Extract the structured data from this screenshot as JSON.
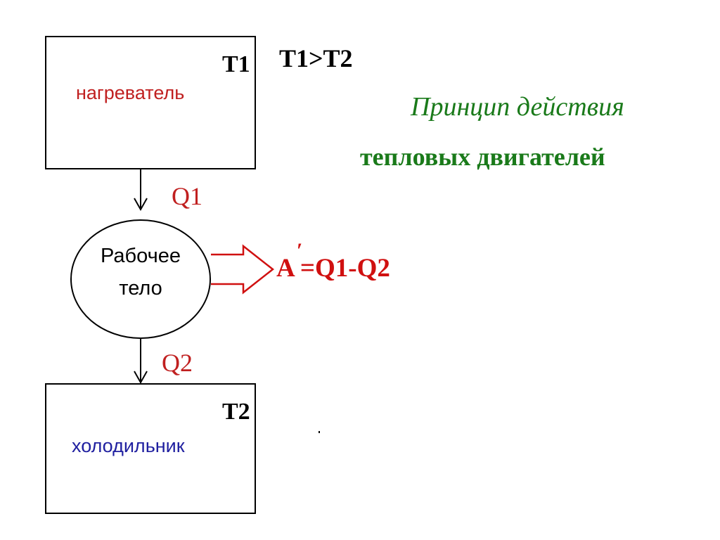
{
  "heater": {
    "label": "нагреватель",
    "temperature": "T1",
    "label_color": "#c02020"
  },
  "cooler": {
    "label": "холодильник",
    "temperature": "T2",
    "label_color": "#2020a0"
  },
  "condition": "T1>T2",
  "title": {
    "line1": "Принцип действия",
    "line2": "тепловых двигателей",
    "color": "#1a7a1a"
  },
  "working_body": {
    "line1": "Рабочее",
    "line2": "тело"
  },
  "flows": {
    "q_in": "Q1",
    "q_out": "Q2",
    "color": "#c02020"
  },
  "work": {
    "formula": "A =Q1-Q2",
    "prime": "′",
    "color": "#d01010"
  }
}
